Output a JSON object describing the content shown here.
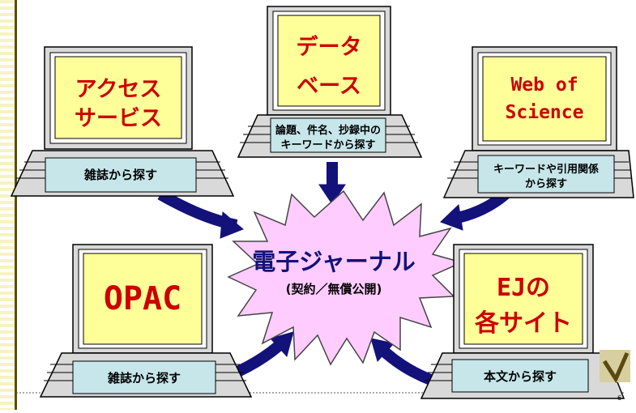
{
  "nodes": {
    "access": {
      "lines": [
        "アクセス",
        "サービス"
      ],
      "label": "雑誌から探す"
    },
    "database": {
      "lines": [
        "データ",
        "ベース"
      ],
      "label_lines": [
        "論題、件名、抄録中の",
        "キーワードから探す"
      ]
    },
    "wos": {
      "lines": [
        "Web of",
        "Science"
      ],
      "label_lines": [
        "キーワードや引用関係",
        "から探す"
      ]
    },
    "opac": {
      "lines": [
        "OPAC"
      ],
      "label": "雑誌から探す"
    },
    "ej_sites": {
      "lines": [
        "EJの",
        "各サイト"
      ],
      "label": "本文から探す"
    }
  },
  "center": {
    "title": "電子ジャーナル",
    "subtitle": "(契約／無償公開)"
  },
  "page_number": "6",
  "colors": {
    "screen_fill": "#ffff99",
    "monitor_fill": "#d9d9d9",
    "label_fill": "#c6e6ea",
    "title_red": "#cc0000",
    "arrow_blue": "#13127a",
    "star_fill": "#ffccff",
    "sidebar_stripe": "#f6f3c2",
    "sidebar_line": "#5a4e00"
  }
}
